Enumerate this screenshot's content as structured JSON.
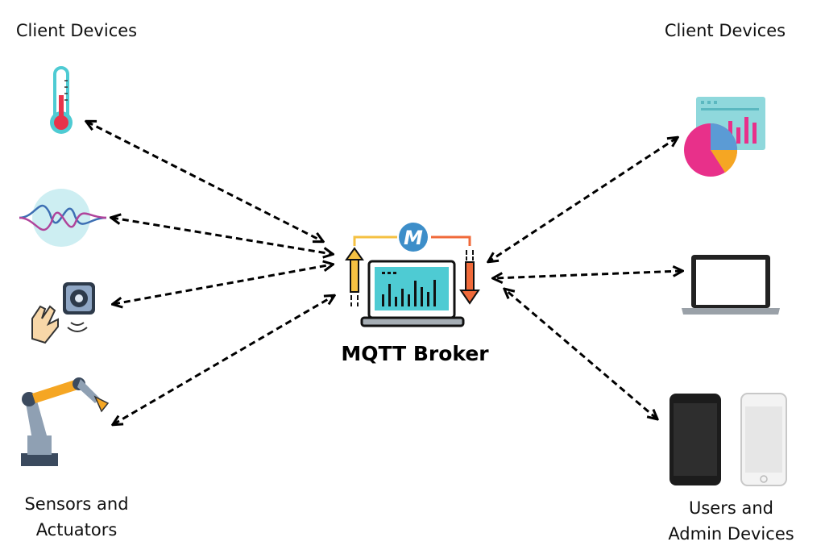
{
  "labels": {
    "left_title": "Client Devices",
    "right_title": "Client Devices",
    "left_bottom_line1": "Sensors and",
    "left_bottom_line2": "Actuators",
    "right_bottom_line1": "Users and",
    "right_bottom_line2": "Admin Devices",
    "broker": "MQTT Broker",
    "broker_logo": "M"
  },
  "left_devices": [
    "thermometer-icon",
    "sound-wave-icon",
    "gesture-sensor-icon",
    "robot-arm-icon"
  ],
  "right_devices": [
    "dashboard-chart-icon",
    "laptop-icon",
    "smartphones-icon"
  ],
  "colors": {
    "teal": "#4ecbd3",
    "pink": "#e8308a",
    "yellow": "#f5c142",
    "orange": "#f06a3a",
    "blue": "#3d8ec9"
  }
}
